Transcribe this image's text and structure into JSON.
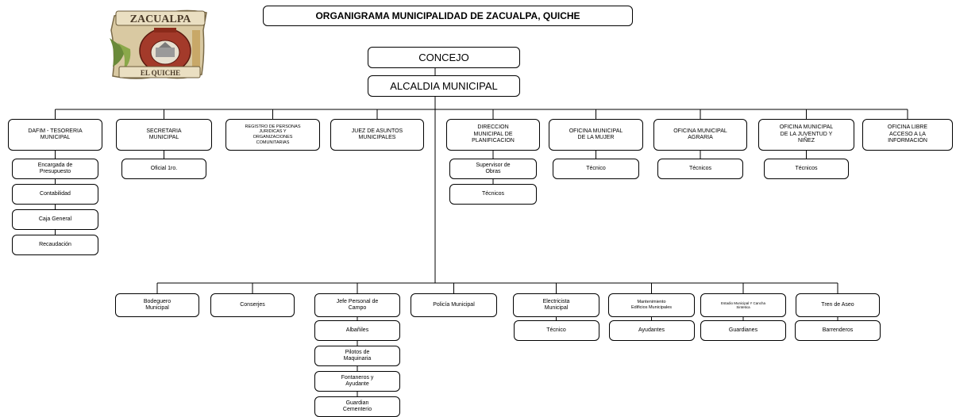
{
  "title": "ORGANIGRAMA MUNICIPALIDAD DE ZACUALPA, QUICHE",
  "logo": {
    "top_text": "ZACUALPA",
    "bottom_text": "EL QUICHE"
  },
  "top": {
    "concejo": "CONCEJO",
    "alcaldia": "ALCALDIA MUNICIPAL"
  },
  "departments": [
    {
      "name": "DAFIM - TESORERIA\nMUNICIPAL",
      "subs": [
        "Encargada de\nPresupuesto",
        "Contabilidad",
        "Caja General",
        "Recaudación"
      ]
    },
    {
      "name": "SECRETARIA\nMUNICIPAL",
      "subs": [
        "Oficial 1ro."
      ]
    },
    {
      "name": "REGISTRO DE PERSONAS\nJURIDICAS Y\nORGANIZACIONES\nCOMUNITARIAS",
      "subs": []
    },
    {
      "name": "JUEZ DE ASUNTOS\nMUNICIPALES",
      "subs": []
    },
    {
      "name": "DIRECCION\nMUNICIPAL DE\nPLANIFICACION",
      "subs": [
        "Supervisor de\nObras",
        "Técnicos"
      ]
    },
    {
      "name": "OFICINA MUNICIPAL\nDE LA MUJER",
      "subs": [
        "Técnico"
      ]
    },
    {
      "name": "OFICINA MUNICIPAL\nAGRARIA",
      "subs": [
        "Técnicos"
      ]
    },
    {
      "name": "OFICINA MUNICIPAL\nDE LA JUVENTUD Y\nNIÑEZ",
      "subs": [
        "Técnicos"
      ]
    },
    {
      "name": "OFICINA LIBRE\nACCESO A LA\nINFORMACIÓN",
      "subs": []
    }
  ],
  "operations": [
    {
      "name": "Bodeguero\nMunicipal",
      "subs": []
    },
    {
      "name": "Conserjes",
      "subs": []
    },
    {
      "name": "Jefe Personal de\nCampo",
      "subs": [
        "Albañiles",
        "Pilotos de\nMaquinaria",
        "Fontaneros y\nAyudante",
        "Guardian\nCementerio"
      ]
    },
    {
      "name": "Policía Municipal",
      "subs": []
    },
    {
      "name": "Electricista\nMunicipal",
      "subs": [
        "Técnico"
      ]
    },
    {
      "name": "Mantenimiento\nEdificios Municipales",
      "subs": [
        "Ayudantes"
      ]
    },
    {
      "name": "Estadio Municipal Y Cancha\nSintetica",
      "subs": [
        "Guardianes"
      ]
    },
    {
      "name": "Tren de Aseo",
      "subs": [
        "Barrenderos"
      ]
    }
  ]
}
